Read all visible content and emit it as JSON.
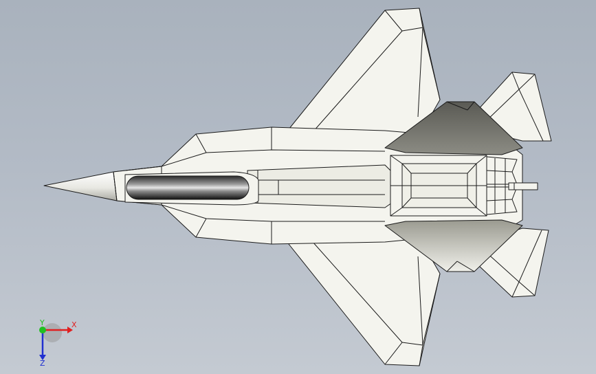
{
  "viewport": {
    "background_top": "#a9b2bd",
    "background_bottom": "#c4cad2"
  },
  "model": {
    "body_color": "#f4f4ee",
    "shade_color": "#77776f",
    "edge_color": "#1a1a1a",
    "canopy_color": "#111111"
  },
  "triad": {
    "x_label": "X",
    "y_label": "Y",
    "z_label": "Z",
    "x_color": "#e02020",
    "y_color": "#20c020",
    "z_color": "#2030d0"
  }
}
